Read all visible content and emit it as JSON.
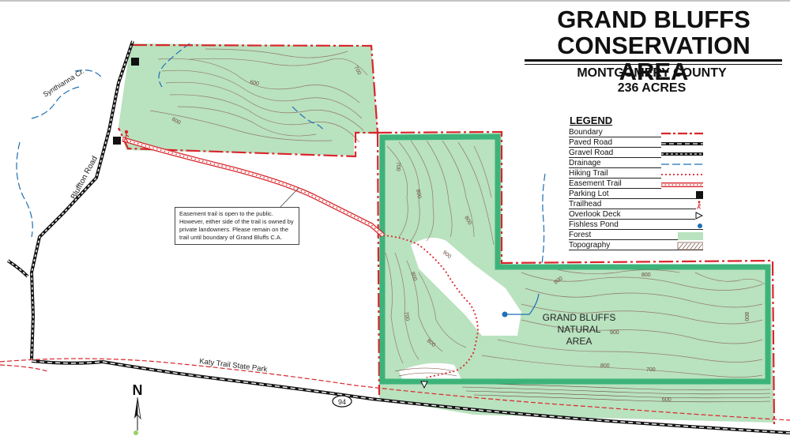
{
  "title": {
    "line1": "GRAND BLUFFS",
    "line2": "CONSERVATION AREA"
  },
  "county": "MONTGOMERY COUNTY",
  "acreage": "236 ACRES",
  "legend": {
    "heading": "LEGEND",
    "items": [
      {
        "label": "Boundary",
        "symbol": "boundary-line"
      },
      {
        "label": "Paved Road",
        "symbol": "paved-road"
      },
      {
        "label": "Gravel Road",
        "symbol": "gravel-road"
      },
      {
        "label": "Drainage",
        "symbol": "drainage"
      },
      {
        "label": "Hiking Trail",
        "symbol": "hiking-trail"
      },
      {
        "label": "Easement Trail",
        "symbol": "easement-trail"
      },
      {
        "label": "Parking Lot",
        "symbol": "parking-square"
      },
      {
        "label": "Trailhead",
        "symbol": "hiker-icon"
      },
      {
        "label": "Overlook Deck",
        "symbol": "overlook-triangle"
      },
      {
        "label": "Fishless Pond",
        "symbol": "pond-dot"
      },
      {
        "label": "Forest",
        "symbol": "forest-swatch"
      },
      {
        "label": "Topography",
        "symbol": "topography-swatch"
      }
    ]
  },
  "easement_note": "Easement trail is open to the public. However, either side of the trail is owned by private landowners. Please remain on the trail until boundary of Grand Bluffs C.A.",
  "natural_area": {
    "line1": "GRAND BLUFFS",
    "line2": "NATURAL",
    "line3": "AREA"
  },
  "roads": {
    "bluffton": "Bluffton Road",
    "synthianna": "Synthianna Cr.",
    "katy": "Katy Trail State Park",
    "highway": "94"
  },
  "north_label": "N",
  "contours": {
    "c600": "600",
    "c700": "700",
    "c800": "800",
    "c900": "900"
  },
  "colors": {
    "forest": "#b9e2bf",
    "natural_area_border": "#3db37a",
    "boundary": "#d9262c",
    "contour": "#7a5a4a",
    "drainage": "#1e6fb5",
    "road": "#111111"
  }
}
